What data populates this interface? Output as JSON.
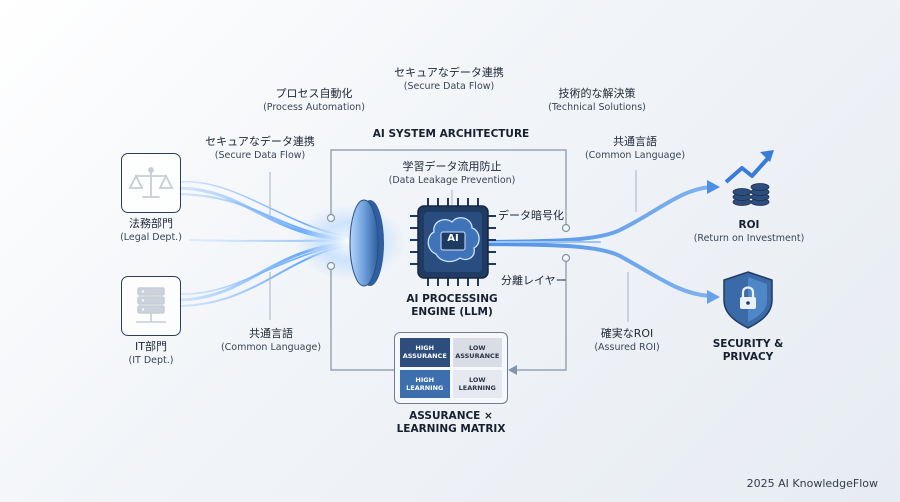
{
  "left": {
    "legal_jp": "法務部門",
    "legal_en": "(Legal Dept.)",
    "it_jp": "IT部門",
    "it_en": "(IT Dept.)"
  },
  "labels": {
    "secure_flow_top_jp": "セキュアなデータ連携",
    "secure_flow_top_en": "(Secure Data Flow)",
    "process_jp": "プロセス自動化",
    "process_en": "(Process Automation)",
    "technical_jp": "技術的な解決策",
    "technical_en": "(Technical Solutions)",
    "secure_flow_left_jp": "セキュアなデータ連携",
    "secure_flow_left_en": "(Secure Data Flow)",
    "common_lang_left_jp": "共通言語",
    "common_lang_left_en": "(Common Language)",
    "common_lang_right_jp": "共通言語",
    "common_lang_right_en": "(Common Language)",
    "assured_roi_jp": "確実なROI",
    "assured_roi_en": "(Assured ROI)"
  },
  "architecture": {
    "title": "AI SYSTEM ARCHITECTURE",
    "dlp_jp": "学習データ流用防止",
    "dlp_en": "(Data Leakage Prevention)",
    "encryption_jp": "データ暗号化",
    "separation_jp": "分離レイヤー",
    "engine_line1": "AI PROCESSING",
    "engine_line2": "ENGINE (LLM)",
    "chip_text": "AI"
  },
  "matrix": {
    "cells": [
      "HIGH ASSURANCE",
      "LOW ASSURANCE",
      "HIGH LEARNING",
      "LOW LEARNING"
    ],
    "title_line1": "ASSURANCE ×",
    "title_line2": "LEARNING MATRIX"
  },
  "right": {
    "roi_title": "ROI",
    "roi_sub": "(Return on Investment)",
    "security_line1": "SECURITY &",
    "security_line2": "PRIVACY"
  },
  "footer": "2025 AI KnowledgeFlow",
  "icons": [
    "scales-icon",
    "server-icon",
    "chip-brain-icon",
    "chart-coins-icon",
    "shield-lock-icon"
  ],
  "colors": {
    "accent": "#3a7bd5",
    "dark": "#24385a",
    "flow": "#8cc3ff"
  }
}
